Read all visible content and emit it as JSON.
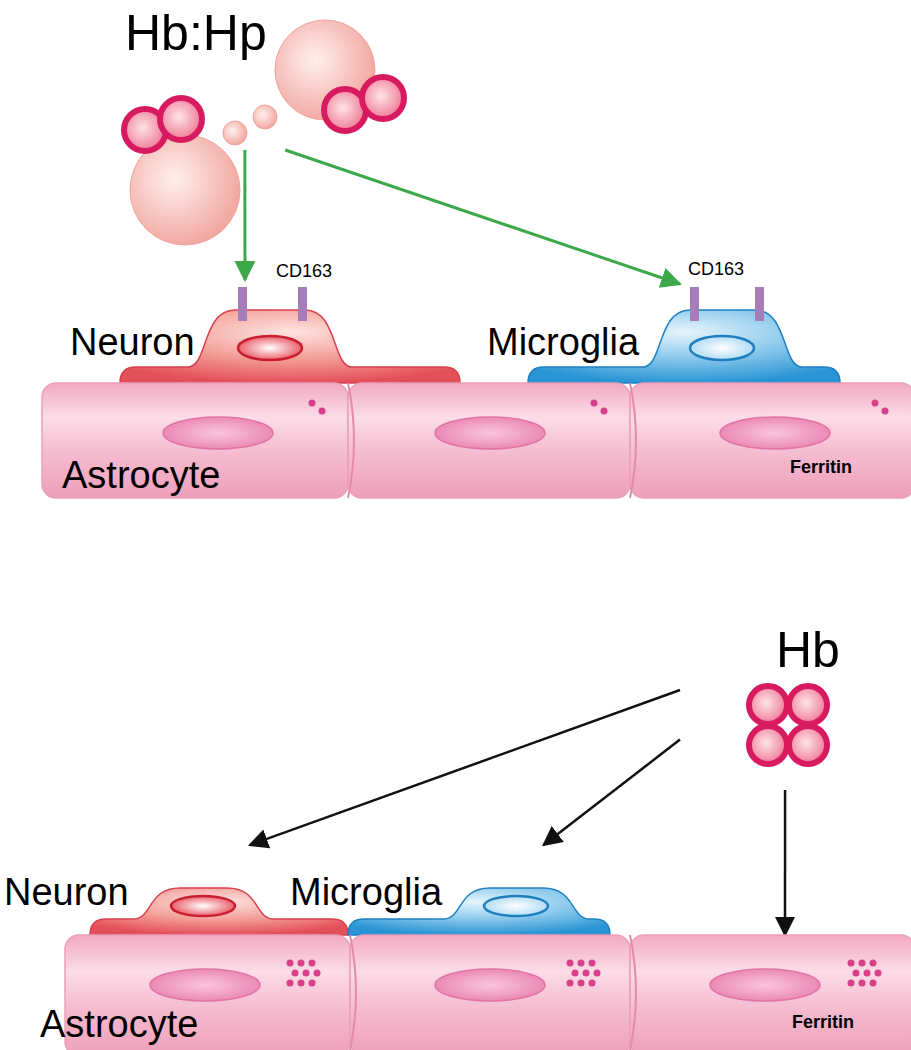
{
  "diagram": {
    "nodes": [
      {
        "text": [
          "Hb:Hp"
        ]
      },
      {
        "text": [
          "Neuron"
        ]
      },
      {
        "text": [
          "Microglia"
        ]
      },
      {
        "text": [
          "Astrocyte",
          "Ferritin"
        ]
      },
      {
        "text": [
          "Hb"
        ]
      },
      {
        "text": [
          "Neuron"
        ]
      },
      {
        "text": [
          "Microglia"
        ]
      },
      {
        "text": [
          "Astrocyte",
          "Ferritin"
        ]
      }
    ],
    "edges": [
      {
        "from": 0,
        "to": 1,
        "arrow": "to"
      },
      {
        "from": 0,
        "to": 2,
        "arrow": "to"
      },
      {
        "from": 4,
        "to": 5,
        "arrow": "to"
      },
      {
        "from": 4,
        "to": 6,
        "arrow": "to"
      },
      {
        "from": 4,
        "to": 7,
        "arrow": "to"
      }
    ],
    "labels": [
      "CD163",
      "CD163"
    ]
  }
}
